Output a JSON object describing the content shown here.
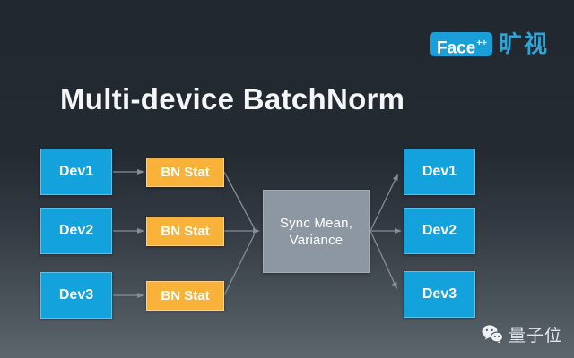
{
  "slide": {
    "title": "Multi-device BatchNorm"
  },
  "header": {
    "logo_badge_text": "Face",
    "logo_badge_superscript": "++",
    "logo_brand_cn": "旷视"
  },
  "diagram": {
    "left_devices": [
      "Dev1",
      "Dev2",
      "Dev3"
    ],
    "bn_stats": [
      "BN Stat",
      "BN Stat",
      "BN Stat"
    ],
    "sync_box": {
      "line1": "Sync Mean,",
      "line2": "Variance"
    },
    "right_devices": [
      "Dev1",
      "Dev2",
      "Dev3"
    ],
    "edges": [
      "Dev1 → BN Stat",
      "Dev2 → BN Stat",
      "Dev3 → BN Stat",
      "BN Stat (x3) → Sync Mean, Variance",
      "Sync Mean, Variance → Dev1",
      "Sync Mean, Variance → Dev2",
      "Sync Mean, Variance → Dev3"
    ]
  },
  "watermark": {
    "icon": "wechat-icon",
    "text": "量子位"
  },
  "colors": {
    "background_top": "#232932",
    "background_bottom": "#5d656d",
    "device_box": "#14a2dc",
    "bn_stat_box": "#f8b23a",
    "sync_box": "#8d97a2",
    "arrow": "#858d95",
    "logo_badge_blue": "#1b9fd8",
    "brand_text_blue": "#2aa6da",
    "title_text": "#f5f6f7",
    "watermark_text": "#e2e6ea"
  }
}
